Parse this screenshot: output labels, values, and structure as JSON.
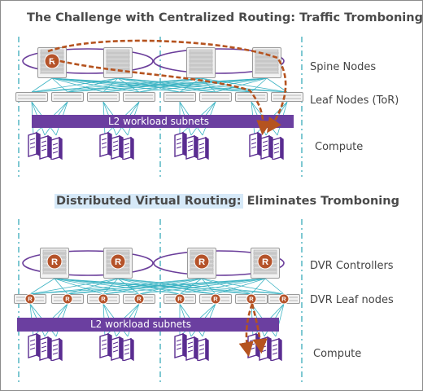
{
  "top": {
    "title": "The Challenge with Centralized Routing: Traffic Tromboning",
    "labels": {
      "spine": "Spine Nodes",
      "leaf": "Leaf Nodes (ToR)",
      "subnet": "L2 workload subnets",
      "compute": "Compute"
    },
    "router_letter": "R"
  },
  "bottom": {
    "title_highlight": "Distributed Virtual Routing:",
    "title_rest": " Eliminates Tromboning",
    "labels": {
      "controllers": "DVR Controllers",
      "leaf": "DVR Leaf nodes",
      "subnet": "L2 workload subnets",
      "compute": "Compute"
    },
    "router_letter": "R"
  },
  "colors": {
    "title": "#4a4a4a",
    "highlight": "#d6e9f8",
    "ring": "#6a3d9a",
    "subnet_bar": "#6b3fa0",
    "links": "#3bb3c3",
    "divider": "#2aa3b3",
    "router": "#b5532a",
    "traffic": "#b5531f",
    "server": "#5a2d91"
  }
}
